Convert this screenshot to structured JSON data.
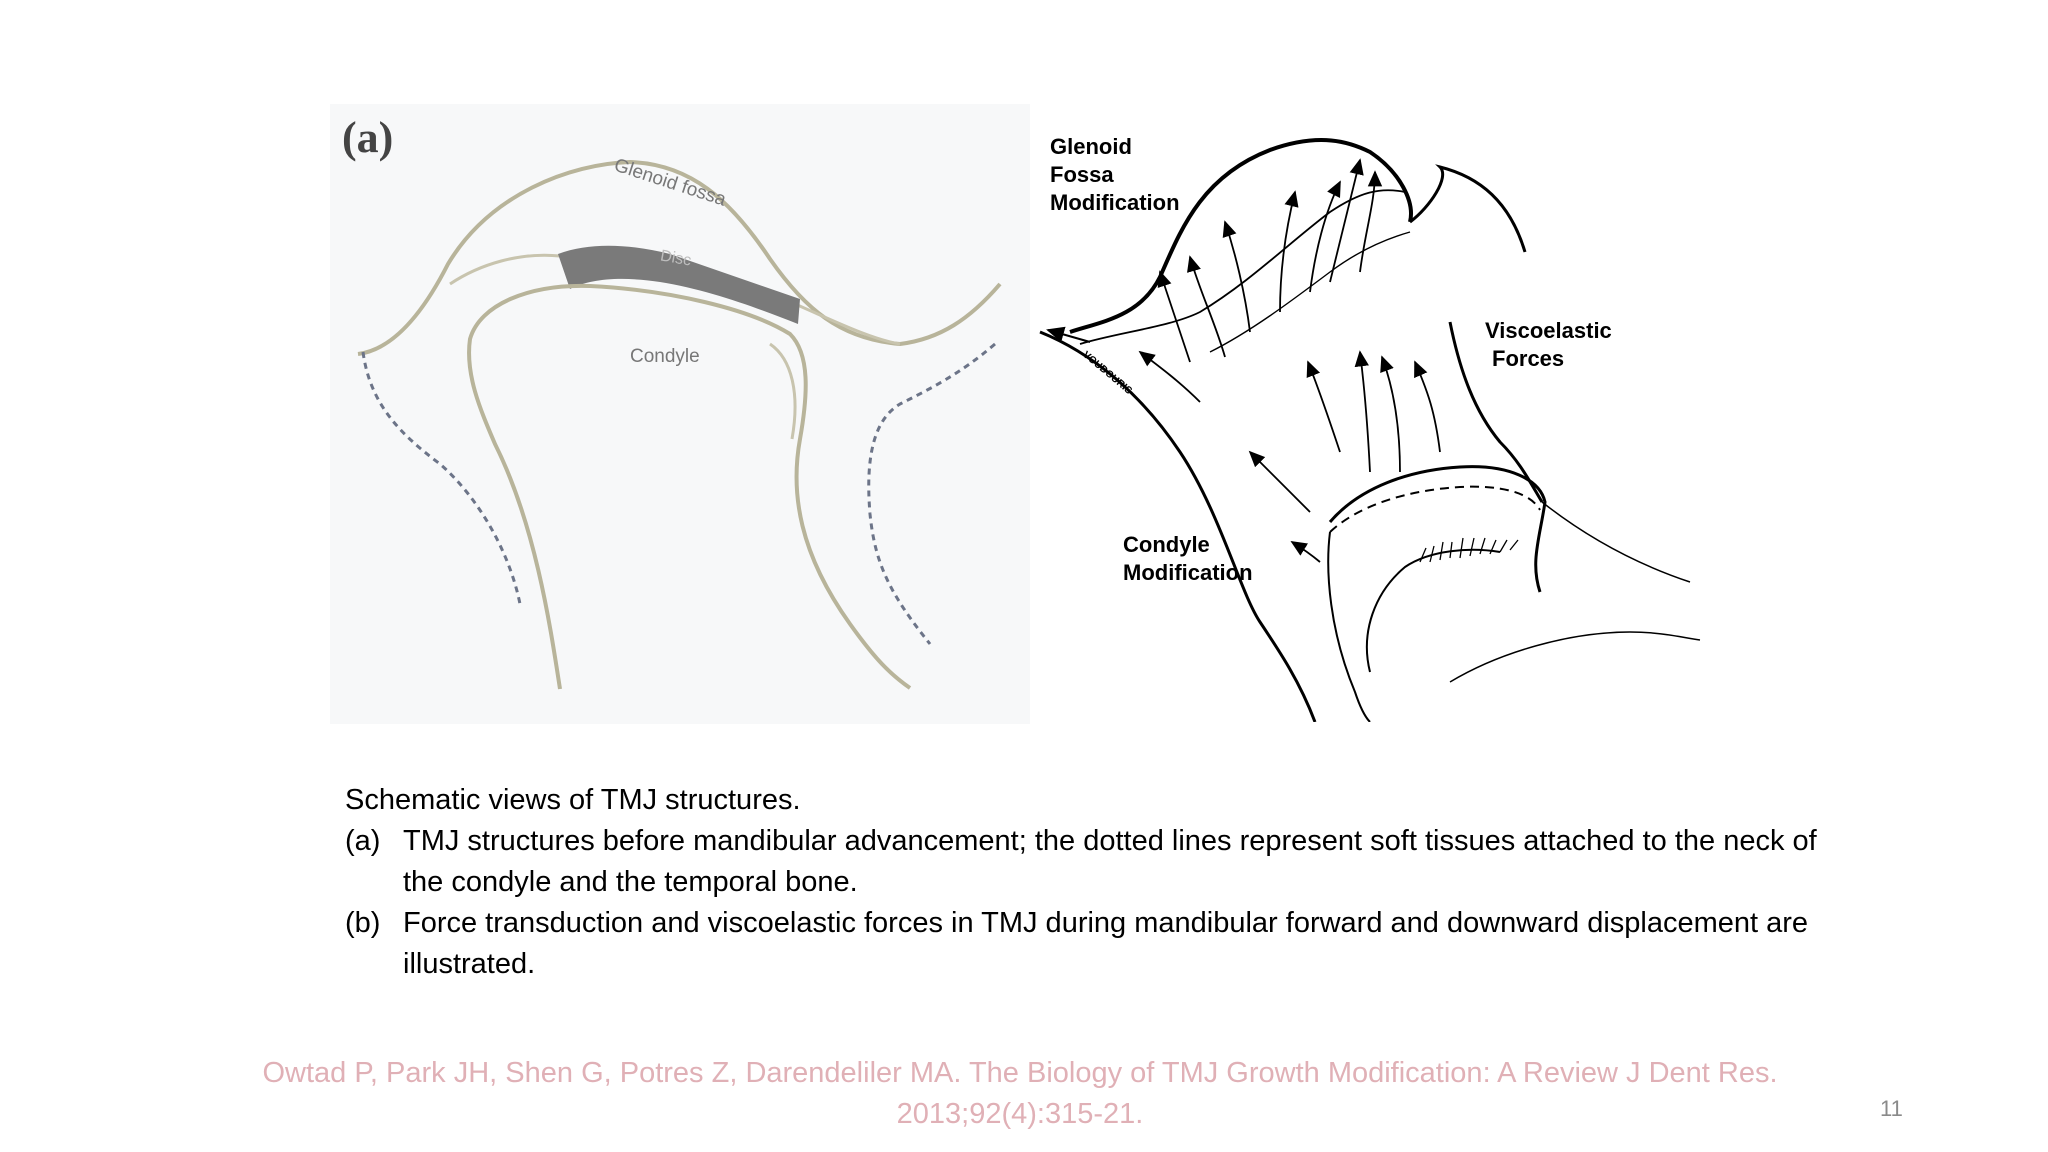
{
  "figure_a": {
    "panel_label": "(a)",
    "glenoid_fossa_label": "Glenoid fossa",
    "disc_label": "Disc",
    "condyle_label": "Condyle"
  },
  "figure_b": {
    "glenoid_label": "Glenoid",
    "fossa_label": "Fossa",
    "modification_label_1": "Modification",
    "viscoelastic_label": "Viscoelastic",
    "forces_label": "Forces",
    "condyle_label": "Condyle",
    "modification_label_2": "Modification",
    "signature": "VOUDOURIS"
  },
  "caption": {
    "title": "Schematic views of TMJ structures.",
    "items": [
      {
        "marker": "(a)",
        "text": "TMJ structures before mandibular advancement; the dotted lines represent soft tissues attached to the neck of the condyle and the temporal bone."
      },
      {
        "marker": "(b)",
        "text": "Force transduction and viscoelastic forces in TMJ during mandibular forward and downward displacement are illustrated."
      }
    ]
  },
  "citation": "Owtad P, Park JH, Shen G, Potres Z, Darendeliler MA. The Biology of TMJ Growth Modification: A Review J Dent Res. 2013;92(4):315-21.",
  "page_number": "11",
  "colors": {
    "outline_a": "#b8b49a",
    "disc": "#7a7a7a",
    "dotted_soft_tissue": "#6c7488",
    "citation": "#e0b0b6",
    "page_number": "#8a8a8a"
  }
}
